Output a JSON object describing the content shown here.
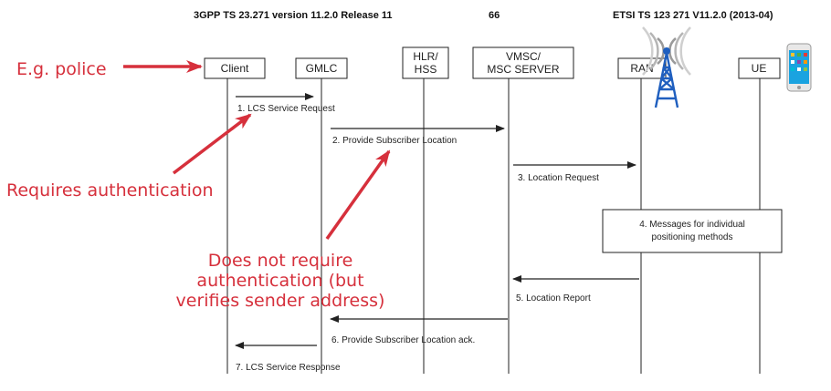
{
  "header": {
    "left": "3GPP TS 23.271 version 11.2.0 Release 11",
    "center": "66",
    "right": "ETSI TS 123 271 V11.2.0 (2013-04)"
  },
  "entities": [
    {
      "id": "client",
      "label_lines": [
        "Client"
      ]
    },
    {
      "id": "gmlc",
      "label_lines": [
        "GMLC"
      ]
    },
    {
      "id": "hlr",
      "label_lines": [
        "HLR/",
        "HSS"
      ]
    },
    {
      "id": "vmsc",
      "label_lines": [
        "VMSC/",
        "MSC SERVER"
      ]
    },
    {
      "id": "ran",
      "label_lines": [
        "RAN"
      ]
    },
    {
      "id": "ue",
      "label_lines": [
        "UE"
      ]
    }
  ],
  "messages": [
    {
      "n": "1",
      "label": "1. LCS Service Request",
      "from": "client",
      "to": "gmlc"
    },
    {
      "n": "2",
      "label": "2. Provide Subscriber Location",
      "from": "gmlc",
      "to": "vmsc"
    },
    {
      "n": "3",
      "label": "3. Location Request",
      "from": "vmsc",
      "to": "ran"
    },
    {
      "n": "5",
      "label": "5.  Location Report",
      "from": "ran",
      "to": "vmsc"
    },
    {
      "n": "6",
      "label": "6.  Provide Subscriber Location ack.",
      "from": "vmsc",
      "to": "gmlc"
    },
    {
      "n": "7",
      "label": "7. LCS Service Response",
      "from": "gmlc",
      "to": "client"
    }
  ],
  "process_box": {
    "lines": [
      "4. Messages for individual",
      "positioning methods"
    ]
  },
  "annotations": {
    "police": "E.g. police",
    "requires_auth": "Requires authentication",
    "no_auth_lines": [
      "Does not require",
      "authentication (but",
      "verifies sender address)"
    ]
  },
  "colors": {
    "annotation": "#d6303c",
    "line": "#222222"
  },
  "icons": {
    "ran": "radio-tower-icon",
    "ue": "smartphone-icon"
  }
}
